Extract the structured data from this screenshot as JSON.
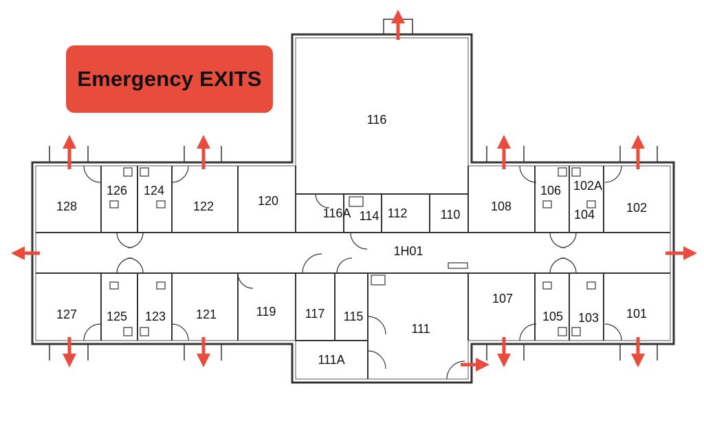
{
  "banner": {
    "title": "Emergency EXITS"
  },
  "colors": {
    "banner_bg": "#e84c3d",
    "exit_arrow": "#e84c3d",
    "wall": "#333333"
  },
  "rooms": {
    "r116": "116",
    "r128": "128",
    "r126": "126",
    "r124": "124",
    "r122": "122",
    "r120": "120",
    "r116a": "116A",
    "r114": "114",
    "r112": "112",
    "r110": "110",
    "r108": "108",
    "r106": "106",
    "r102a": "102A",
    "r104": "104",
    "r102": "102",
    "r1h01": "1H01",
    "r127": "127",
    "r125": "125",
    "r123": "123",
    "r121": "121",
    "r119": "119",
    "r117": "117",
    "r115": "115",
    "r111": "111",
    "r107": "107",
    "r105": "105",
    "r103": "103",
    "r101": "101",
    "r111a": "111A"
  },
  "exits": [
    "exit-north-116",
    "exit-north-128",
    "exit-north-122",
    "exit-north-108",
    "exit-north-102",
    "exit-west",
    "exit-east",
    "exit-south-127",
    "exit-south-121",
    "exit-south-107",
    "exit-south-101",
    "exit-111"
  ]
}
